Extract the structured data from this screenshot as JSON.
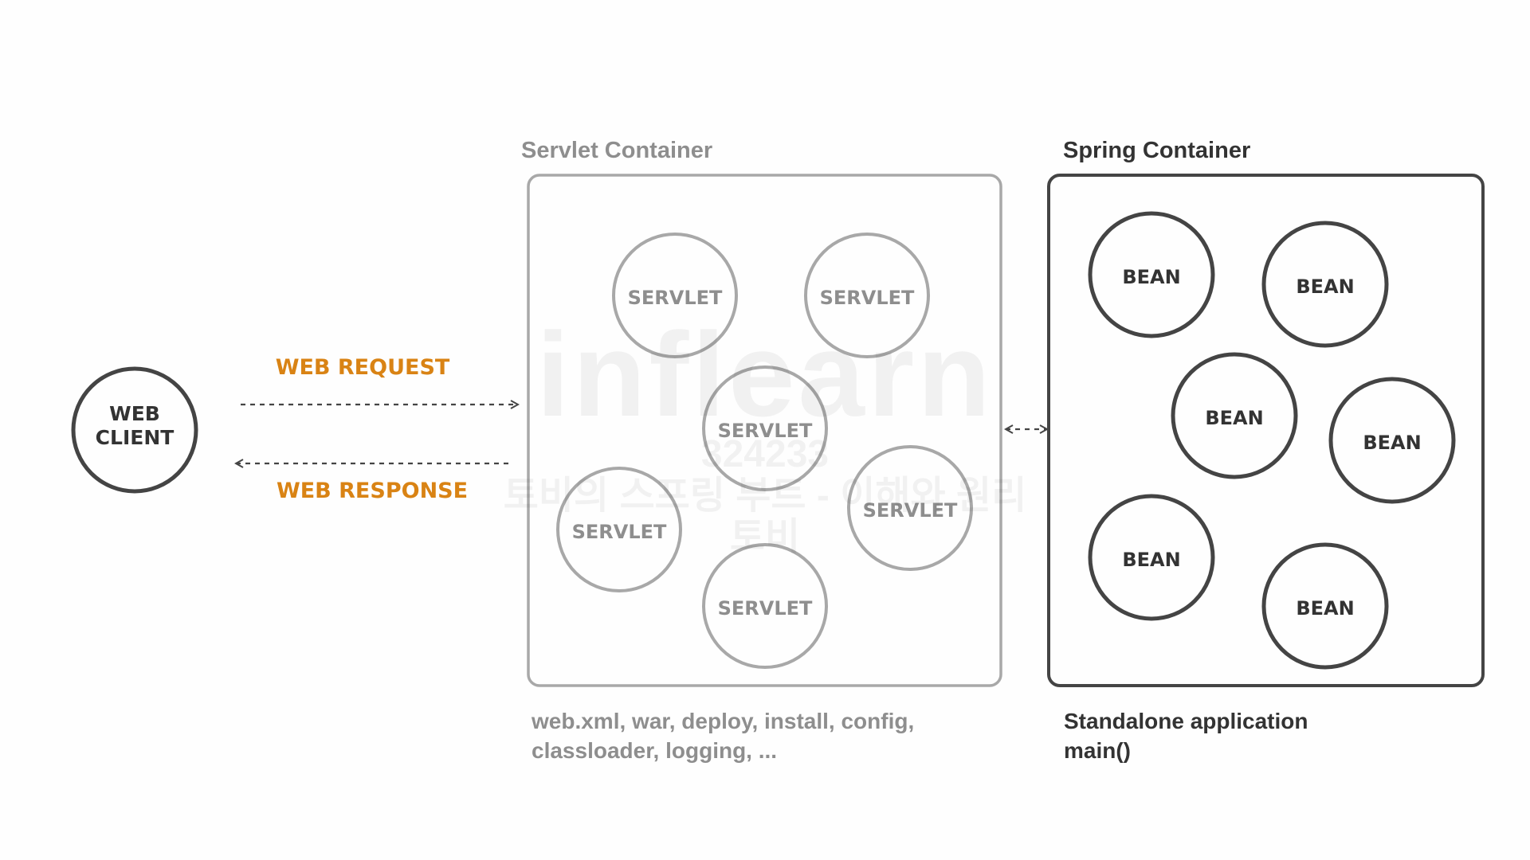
{
  "web_client": {
    "label_line1": "WEB",
    "label_line2": "CLIENT"
  },
  "web_request_label": "WEB REQUEST",
  "web_response_label": "WEB RESPONSE",
  "servlet_container": {
    "title": "Servlet Container",
    "servlet_label": "SERVLET",
    "notes_line1": "web.xml, war, deploy, install, config,",
    "notes_line2": "classloader, logging, ..."
  },
  "spring_container": {
    "title": "Spring Container",
    "bean_label": "BEAN",
    "notes_line1": "Standalone application",
    "notes_line2": "main()"
  },
  "watermark": {
    "logo": "inflearn",
    "line1": "324233",
    "line2": "토비의 스프링 부트 - 이해와 원리",
    "line3": "토비"
  },
  "colors": {
    "accent_orange": "#d98314",
    "dark_stroke": "#444444",
    "light_stroke": "#a8a8a8",
    "light_text": "#8e8e8e",
    "dark_text": "#333333"
  }
}
